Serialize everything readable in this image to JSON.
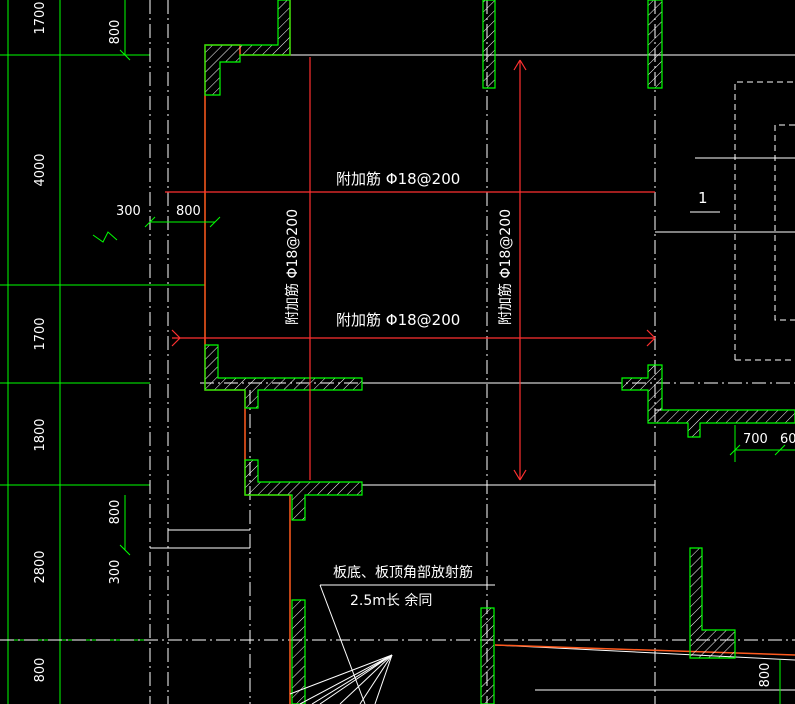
{
  "colors": {
    "background": "#000000",
    "grid": "#00ff00",
    "wall": "#00ff00",
    "outline": "#ff5a1e",
    "rebar": "#ff3030",
    "dim_line": "#00ff00",
    "text": "#ffffff",
    "line": "#ffffff"
  },
  "labels": {
    "rebar_top": "附加筋   Φ18@200",
    "rebar_mid": "附加筋   Φ18@200",
    "rebar_vert_left": "附加筋 Φ18@200",
    "rebar_vert_right": "附加筋 Φ18@200",
    "note_line1": "板底、板顶角部放射筋",
    "note_line2": "2.5m长  余同",
    "section_mark": "1"
  },
  "dimensions": {
    "left_strip": [
      "1700",
      "4000",
      "1700",
      "1800",
      "2800",
      "800"
    ],
    "d_800_top": "800",
    "d_300": "300",
    "d_800_mid": "800",
    "d_800_low": "800",
    "d_300_low": "300",
    "d_800_right": "800",
    "d_700": "700",
    "d_60": "60"
  }
}
